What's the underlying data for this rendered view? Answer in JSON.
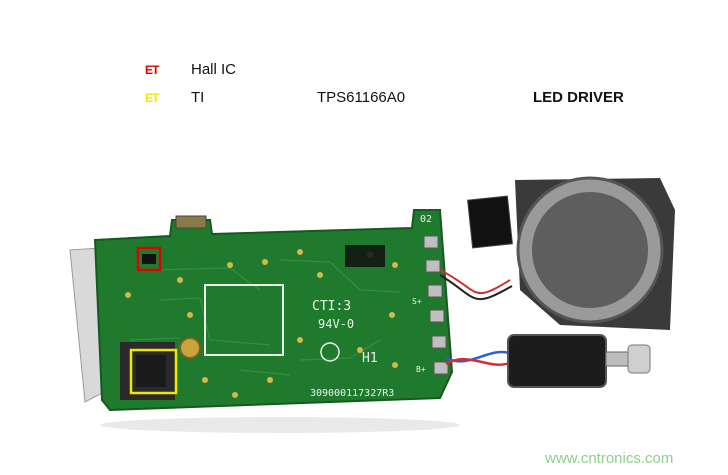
{
  "legend": {
    "items": [
      {
        "tag": "ET",
        "tag_color": "#e00000",
        "label": "Hall IC"
      },
      {
        "tag": "ET",
        "tag_color": "#f2e600",
        "label": "TI",
        "part": "TPS61166A0",
        "function": "LED DRIVER"
      }
    ]
  },
  "board": {
    "silkscreen_1": "CTI:3",
    "silkscreen_2": "94V-0",
    "silkscreen_3": "H1",
    "serial": "309000117327R3",
    "corner_code": "02",
    "pad_label_1": "S+",
    "pad_label_2": "B+"
  },
  "highlight_colors": {
    "hall_ic": "#e00000",
    "led_driver": "#f2e600"
  },
  "watermark": "www.cntronics.com"
}
